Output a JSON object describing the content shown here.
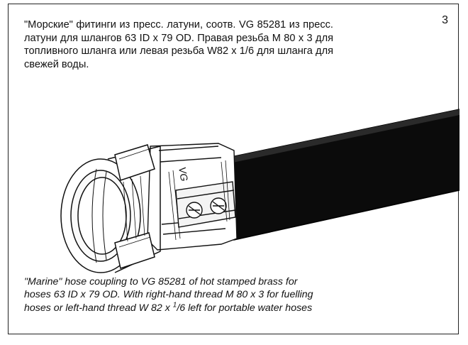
{
  "page_number": "3",
  "ru_description": "\"Морские\" фитинги из пресс. латуни, соотв. VG 85281 из пресс. латуни для шлангов 63 ID x 79 OD. Правая резьба M 80 x 3 для топливного шланга или левая резьба W82 x 1/6 для шланга для свежей воды.",
  "en_description": {
    "line1": "\"Marine\" hose coupling to VG 85281 of hot stamped brass for",
    "line2": "hoses 63 ID x 79 OD. With right-hand thread M 80 x 3 for fuelling",
    "line3_pre": "hoses or left-hand thread W 82 x ",
    "line3_sup": "1",
    "line3_post": "/6 left for portable water hoses"
  },
  "illustration": {
    "coupling_marking": "VG",
    "hose_color": "#0b0b0b"
  }
}
